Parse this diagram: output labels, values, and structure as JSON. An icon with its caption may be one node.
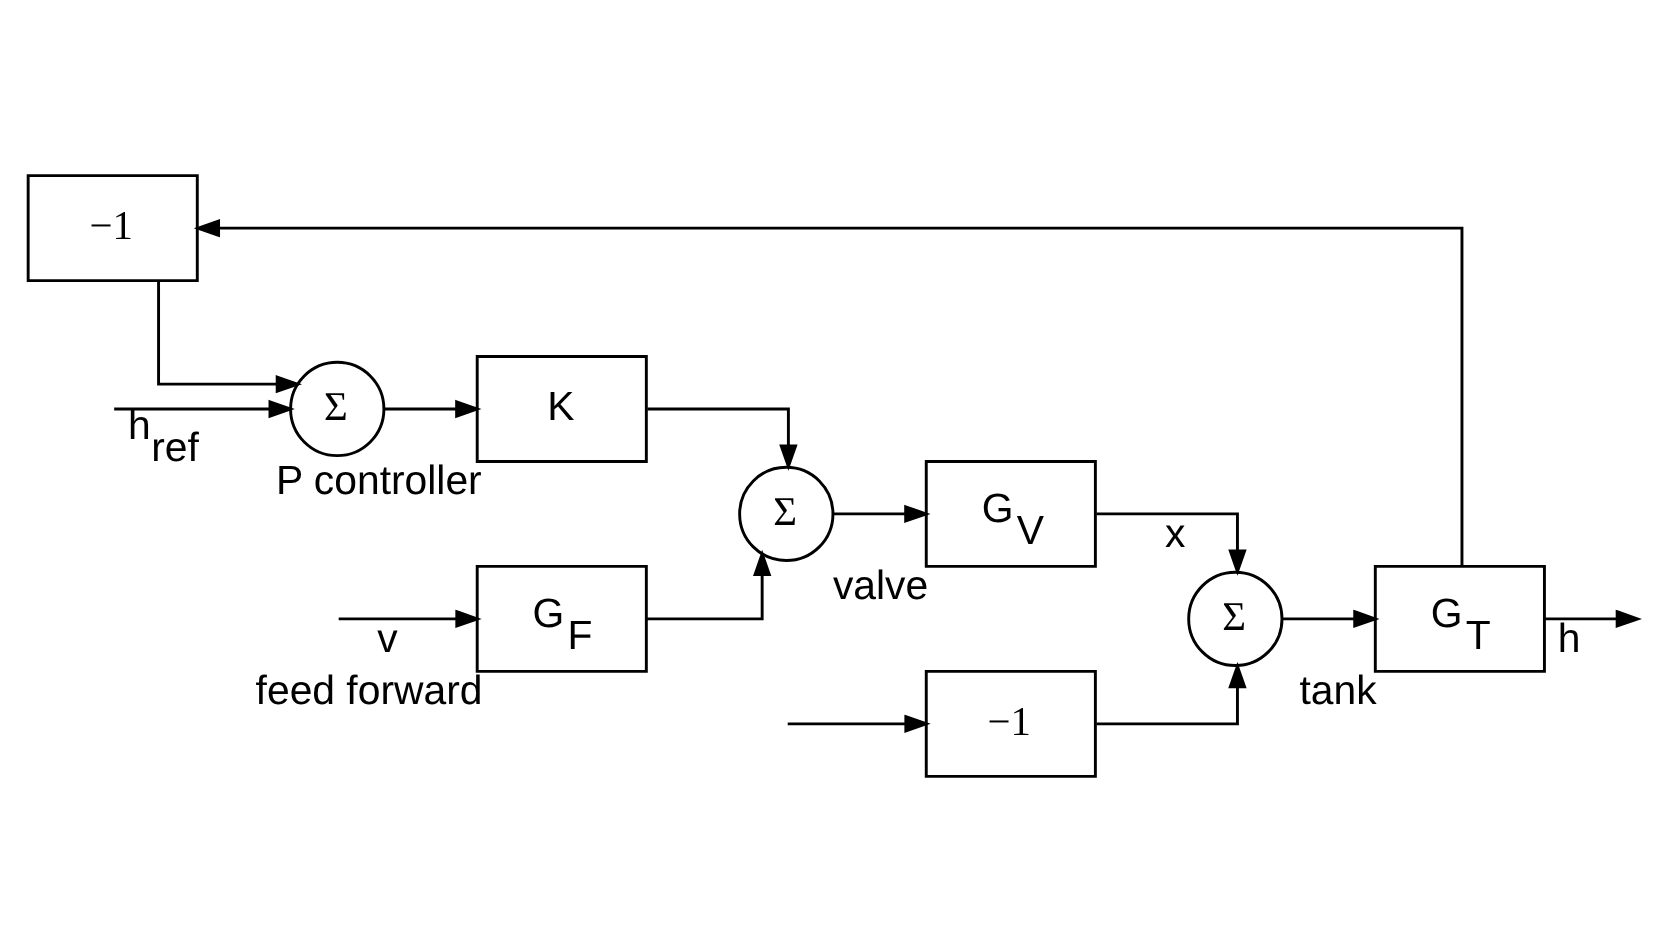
{
  "diagram": {
    "nodes": [
      {
        "text": [
          "Σ"
        ]
      },
      {
        "text": [
          "K"
        ],
        "beside": [
          "P controller"
        ]
      },
      {
        "text": [
          "Σ"
        ]
      },
      {
        "text": [
          "G$_{V}$"
        ],
        "beside": [
          "valve"
        ]
      },
      {
        "text": [
          "Σ"
        ]
      },
      {
        "text": [
          "G$_{T}$"
        ],
        "beside": [
          "tank"
        ]
      },
      {
        "text": [
          "G$_{F}$"
        ],
        "beside": [
          "feed forward"
        ]
      },
      {
        "text": [
          "−1"
        ]
      },
      {
        "text": [
          "−1"
        ]
      }
    ],
    "edges": [
      {
        "from": null,
        "to": 0,
        "arrow": "to",
        "label": "h$_{ref}$"
      },
      {
        "from": 0,
        "to": 1,
        "arrow": "to"
      },
      {
        "from": 1,
        "to": 2,
        "arrow": "to"
      },
      {
        "from": 2,
        "to": 3,
        "arrow": "to"
      },
      {
        "from": 3,
        "to": 4,
        "arrow": "to",
        "label": "x"
      },
      {
        "from": 4,
        "to": 5,
        "arrow": "to"
      },
      {
        "from": 5,
        "to": null,
        "arrow": "to",
        "label": "h"
      },
      {
        "from": null,
        "to": 6,
        "arrow": "to",
        "label": "v"
      },
      {
        "from": null,
        "to": 7,
        "arrow": "to"
      },
      {
        "from": 6,
        "to": 2,
        "arrow": "to"
      },
      {
        "from": 7,
        "to": 4,
        "arrow": "to"
      },
      {
        "from": 5,
        "to": 8,
        "arrow": "to"
      },
      {
        "from": 8,
        "to": 0,
        "arrow": "to"
      }
    ]
  }
}
